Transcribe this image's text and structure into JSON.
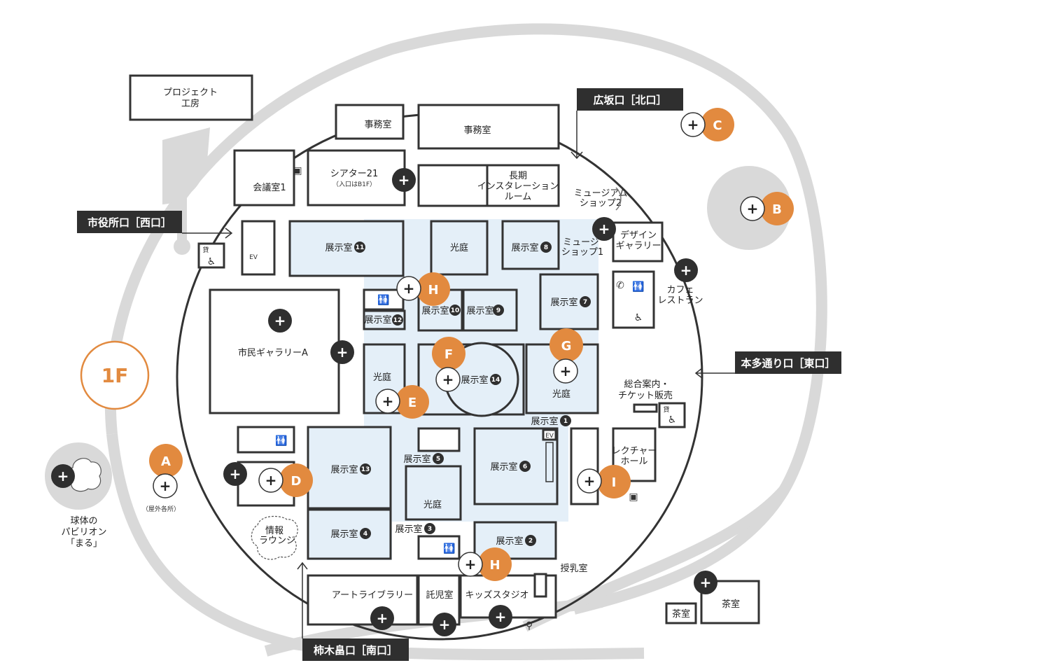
{
  "floor": "1F",
  "entrances": {
    "north": "広坂口［北口］",
    "west": "市役所口［西口］",
    "east": "本多通り口［東口］",
    "south": "柿木畠口［南口］"
  },
  "rooms": {
    "project_studio_1": "プロジェクト",
    "project_studio_2": "工房",
    "office_a": "事務室",
    "office_b": "事務室",
    "theater_main": "シアター21",
    "theater_note": "（入口はB1F）",
    "meeting_room": "会議室1",
    "long_term_1": "長期",
    "long_term_2": "インスタレーション",
    "long_term_3": "ルーム",
    "museum_shop2_1": "ミュージアム",
    "museum_shop2_2": "ショップ2",
    "museum_shop1_1": "ミュージ",
    "museum_shop1_2": "ショップ1",
    "design_gallery_1": "デザイン",
    "design_gallery_2": "ギャラリー",
    "cafe_1": "カフェ",
    "cafe_2": "レストラン",
    "gallery_11": "展示室",
    "court_top": "光庭",
    "gallery_8": "展示室",
    "gallery_7": "展示室",
    "gallery_10": "展示室",
    "gallery_9": "展示室",
    "gallery_12": "展示室",
    "citizen_gallery": "市民ギャラリーA",
    "court_left": "光庭",
    "gallery_14": "展示室",
    "court_right": "光庭",
    "info_1": "総合案内・",
    "info_2": "チケット販売",
    "gallery_1": "展示室",
    "lecture_1": "レクチャー",
    "lecture_2": "ホール",
    "gallery_13": "展示室",
    "gallery_5": "展示室",
    "gallery_6": "展示室",
    "court_bottom": "光庭",
    "gallery_4": "展示室",
    "gallery_3": "展示室",
    "gallery_2": "展示室",
    "info_lounge_1": "情報",
    "info_lounge_2": "ラウンジ",
    "art_library": "アートライブラリー",
    "nursery": "託児室",
    "kids_studio": "キッズスタジオ",
    "nursing_room": "授乳室",
    "tea_room_small": "茶室",
    "tea_room": "茶室",
    "outdoor_note": "（屋外各所）",
    "pavilion_1": "球体の",
    "pavilion_2": "パビリオン",
    "pavilion_3": "「まる」"
  },
  "gallery_numbers": {
    "n11": "11",
    "n8": "8",
    "n7": "7",
    "n10": "10",
    "n9": "9",
    "n12": "12",
    "n14": "14",
    "n1": "1",
    "n13": "13",
    "n5": "5",
    "n6": "6",
    "n4": "4",
    "n3": "3",
    "n2": "2"
  },
  "markers": {
    "a": "A",
    "b": "B",
    "c": "C",
    "d": "D",
    "e": "E",
    "f": "F",
    "g": "G",
    "h_top": "H",
    "h_bottom": "H",
    "i": "I"
  },
  "plus_symbol": "+",
  "icon_labels": {
    "rental": "貸",
    "ev": "EV"
  },
  "colors": {
    "accent_orange": "#e28a3f",
    "exhibition_blue": "#e4eff8",
    "dark": "#2f2f2f",
    "path_gray": "#d9d9d9"
  },
  "icons": [
    "elevator-icon",
    "wheelchair-icon",
    "restroom-icon",
    "locker-icon",
    "telephone-icon",
    "baby-icon",
    "stroller-icon",
    "water-fountain-icon"
  ]
}
